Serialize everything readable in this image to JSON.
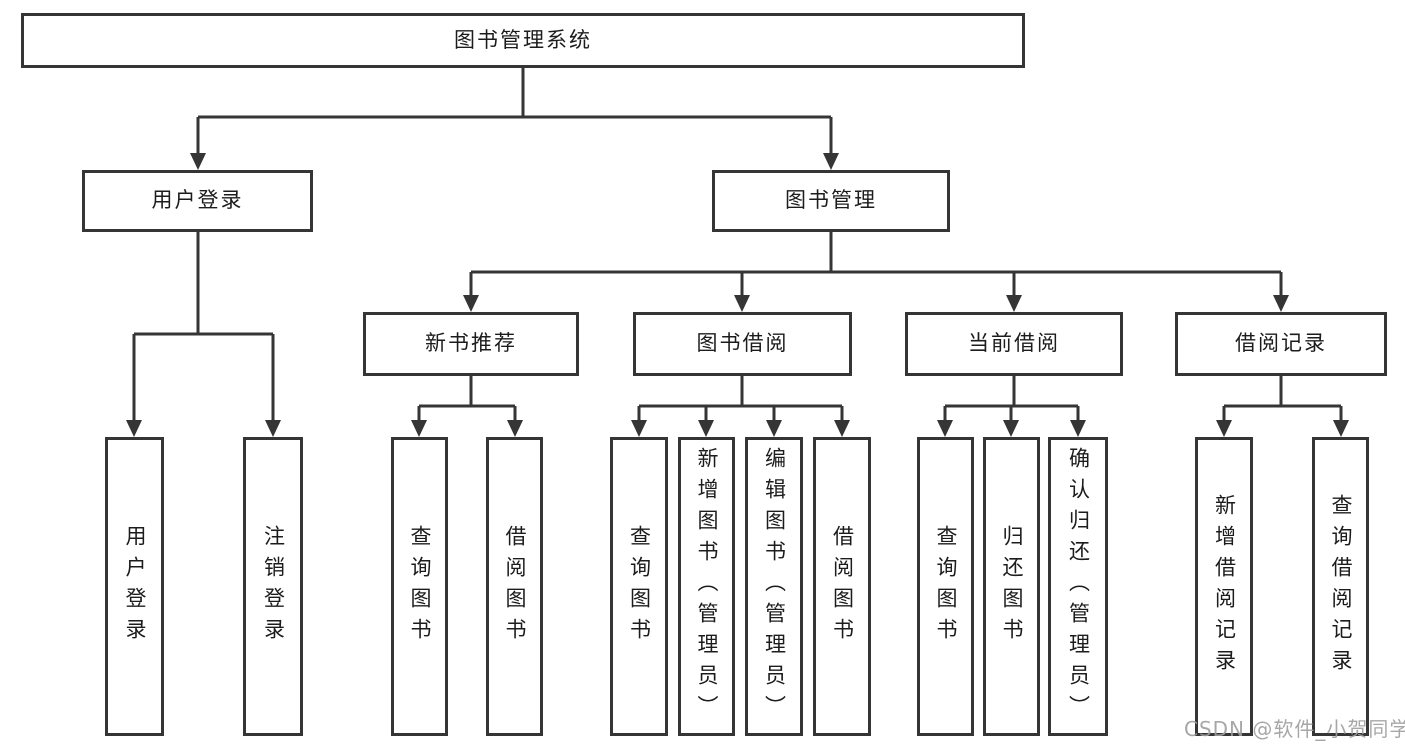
{
  "tree": {
    "root": {
      "label": "图书管理系统",
      "children": [
        {
          "label": "用户登录",
          "children": [
            {
              "label": "用户登录"
            },
            {
              "label": "注销登录"
            }
          ]
        },
        {
          "label": "图书管理",
          "children": [
            {
              "label": "新书推荐",
              "children": [
                {
                  "label": "查询图书"
                },
                {
                  "label": "借阅图书"
                }
              ]
            },
            {
              "label": "图书借阅",
              "children": [
                {
                  "label": "查询图书"
                },
                {
                  "label": "新增图书（管理员）"
                },
                {
                  "label": "编辑图书（管理员）"
                },
                {
                  "label": "借阅图书"
                }
              ]
            },
            {
              "label": "当前借阅",
              "children": [
                {
                  "label": "查询图书"
                },
                {
                  "label": "归还图书"
                },
                {
                  "label": "确认归还（管理员）"
                }
              ]
            },
            {
              "label": "借阅记录",
              "children": [
                {
                  "label": "新增借阅记录"
                },
                {
                  "label": "查询借阅记录"
                }
              ]
            }
          ]
        }
      ]
    }
  },
  "watermark": {
    "text": "CSDN @软件_小贺同学"
  },
  "colors": {
    "line": "#353535",
    "box_border": "#353535",
    "text": "#1c1c1c",
    "watermark": "#9e9e9e",
    "background": "#ffffff"
  }
}
